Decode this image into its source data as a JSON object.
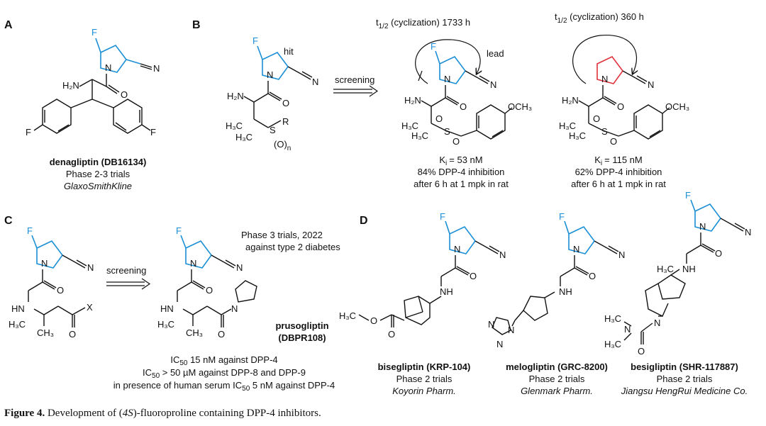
{
  "panels": {
    "a": "A",
    "b": "B",
    "c": "C",
    "d": "D"
  },
  "atoms": {
    "F": "F",
    "N": "N",
    "NH": "NH",
    "O": "O",
    "H2N": "H₂N",
    "HN": "HN",
    "X": "X",
    "R": "R",
    "S": "S",
    "CH3": "CH₃",
    "H3C": "H₃C",
    "OCH3": "OCH₃",
    "O_n": "(O)",
    "n_sub": "n",
    "CN_N": "N"
  },
  "panel_a": {
    "name": "denagliptin",
    "code": "DB16134",
    "phase": "Phase 2-3 trials",
    "company": "GlaxoSmithKline"
  },
  "panel_b": {
    "hit_label": "hit",
    "arrow_label": "screening",
    "lead_label": "lead",
    "t_half_1_prefix": "t",
    "t_half_sub": "1/2",
    "t_half_1_suffix": " (cyclization) 1733 h",
    "t_half_2_suffix": " (cyclization) 360 h",
    "ki_1": "= 53 nM",
    "ki_2": "= 115 nM",
    "ki_prefix": "K",
    "ki_sub": "i",
    "inhib_1": "84% DPP-4 inhibition",
    "inhib_2": "62% DPP-4 inhibition",
    "cond": "after 6 h at 1 mpk in rat"
  },
  "panel_c": {
    "arrow_label": "screening",
    "phase_note_1": "Phase 3 trials, 2022",
    "phase_note_2": "against type 2 diabetes",
    "name": "prusogliptin",
    "code": "DBPR108",
    "ic50_prefix": "IC",
    "ic50_sub": "50",
    "ic50_1": " 15 nM  against DPP-4",
    "ic50_2": " > 50 µM against DPP-8 and DPP-9",
    "ic50_3_pre": "in presence of human serum IC",
    "ic50_3_post": " 5 nM against DPP-4"
  },
  "panel_d": {
    "drugs": [
      {
        "name": "bisegliptin",
        "code": "KRP-104",
        "phase": "Phase 2 trials",
        "company": "Koyorin Pharm."
      },
      {
        "name": "melogliptin",
        "code": "GRC-8200",
        "phase": "Phase 2 trials",
        "company": "Glenmark Pharm."
      },
      {
        "name": "besigliptin",
        "code": "SHR-117887",
        "phase": "Phase 2 trials",
        "company": "Jiangsu HengRui Medicine Co."
      }
    ]
  },
  "caption": {
    "label": "Figure 4.",
    "text_pre": " Development of (",
    "stereo": "4S",
    "text_post": ")-fluoroproline containing DPP-4 inhibitors."
  },
  "colors": {
    "fluoroproline": "#1a8fd6",
    "proline_red": "#e0323c",
    "ink": "#111111"
  }
}
